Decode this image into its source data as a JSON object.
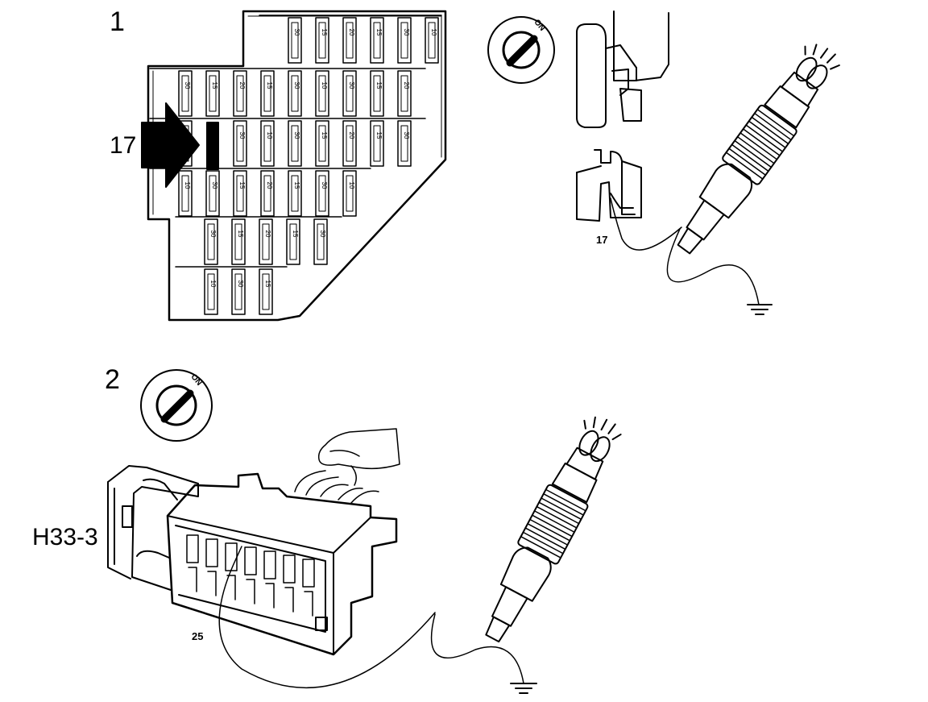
{
  "steps": [
    {
      "number": "1",
      "fuse_callout": "17",
      "fuse_terminal": "17",
      "switch_text": "ON"
    },
    {
      "number": "2",
      "connector_label": "H33-3",
      "terminal_label": "25",
      "switch_text": "ON"
    }
  ],
  "fuse_box": {
    "fuse_text_pairs": [
      [
        "3",
        "30"
      ],
      [
        "1",
        "15"
      ],
      [
        "2",
        "20"
      ],
      [
        "5",
        "15"
      ],
      [
        "3",
        "30"
      ],
      [
        "1",
        "10"
      ]
    ]
  },
  "colors": {
    "ink": "#000000",
    "paper": "#ffffff"
  }
}
